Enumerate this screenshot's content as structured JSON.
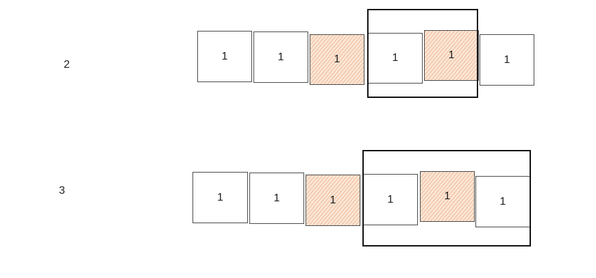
{
  "colors": {
    "highlight_fill": "#fbe6d6",
    "highlight_hatch": "#e89664",
    "cell_border": "#4a4a4a",
    "window_border": "#111111"
  },
  "rows": [
    {
      "label": "2",
      "cells": [
        {
          "value": "1",
          "highlighted": false
        },
        {
          "value": "1",
          "highlighted": false
        },
        {
          "value": "1",
          "highlighted": true
        },
        {
          "value": "1",
          "highlighted": false
        },
        {
          "value": "1",
          "highlighted": true
        },
        {
          "value": "1",
          "highlighted": false
        }
      ]
    },
    {
      "label": "3",
      "cells": [
        {
          "value": "1",
          "highlighted": false
        },
        {
          "value": "1",
          "highlighted": false
        },
        {
          "value": "1",
          "highlighted": true
        },
        {
          "value": "1",
          "highlighted": false
        },
        {
          "value": "1",
          "highlighted": true
        },
        {
          "value": "1",
          "highlighted": false
        }
      ]
    }
  ]
}
